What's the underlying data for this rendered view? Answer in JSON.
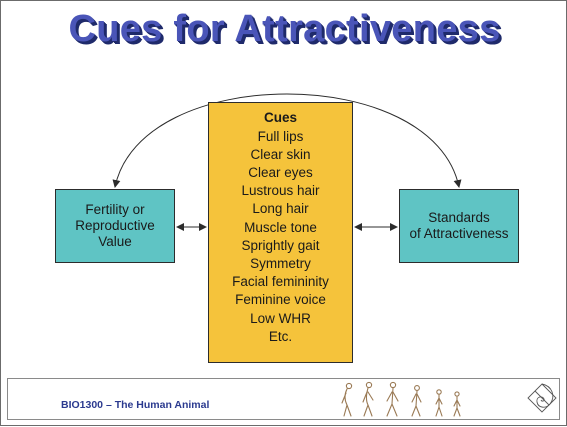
{
  "title": "Cues for Attractiveness",
  "left_box": {
    "text": "Fertility or\nReproductive\nValue"
  },
  "right_box": {
    "text": "Standards\nof Attractiveness"
  },
  "cues": {
    "heading": "Cues",
    "items": [
      "Full lips",
      "Clear skin",
      "Clear eyes",
      "Lustrous hair",
      "Long hair",
      "Muscle tone",
      "Sprightly gait",
      "Symmetry",
      "Facial femininity",
      "Feminine voice",
      "Low WHR",
      "Etc."
    ]
  },
  "footer": {
    "course": "BIO1300 – The Human Animal"
  },
  "colors": {
    "title": "#4a55b8",
    "side_boxes": "#5fc4c4",
    "cues_box": "#f5c33b",
    "footer_text": "#2b3a8f"
  },
  "icons": {
    "footer_art": "human-evolution-silhouettes",
    "footer_logo": "golden-spiral-logo"
  }
}
